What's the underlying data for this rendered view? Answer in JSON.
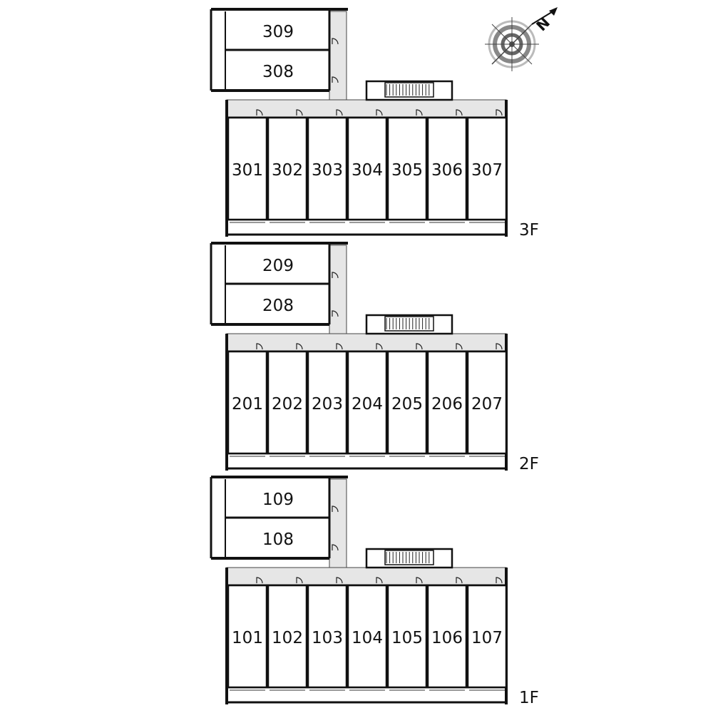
{
  "compass": {
    "north_label": "N",
    "icon": "compass-rose-icon"
  },
  "floors": [
    {
      "id": "3f",
      "label": "3F",
      "units": [
        "301",
        "302",
        "303",
        "304",
        "305",
        "306",
        "307"
      ],
      "annex_units": [
        "309",
        "308"
      ]
    },
    {
      "id": "2f",
      "label": "2F",
      "units": [
        "201",
        "202",
        "203",
        "204",
        "205",
        "206",
        "207"
      ],
      "annex_units": [
        "209",
        "208"
      ]
    },
    {
      "id": "1f",
      "label": "1F",
      "units": [
        "101",
        "102",
        "103",
        "104",
        "105",
        "106",
        "107"
      ],
      "annex_units": [
        "109",
        "108"
      ]
    }
  ],
  "colors": {
    "corridor": "#e6e6e6",
    "wall": "#111111",
    "background": "#ffffff"
  }
}
